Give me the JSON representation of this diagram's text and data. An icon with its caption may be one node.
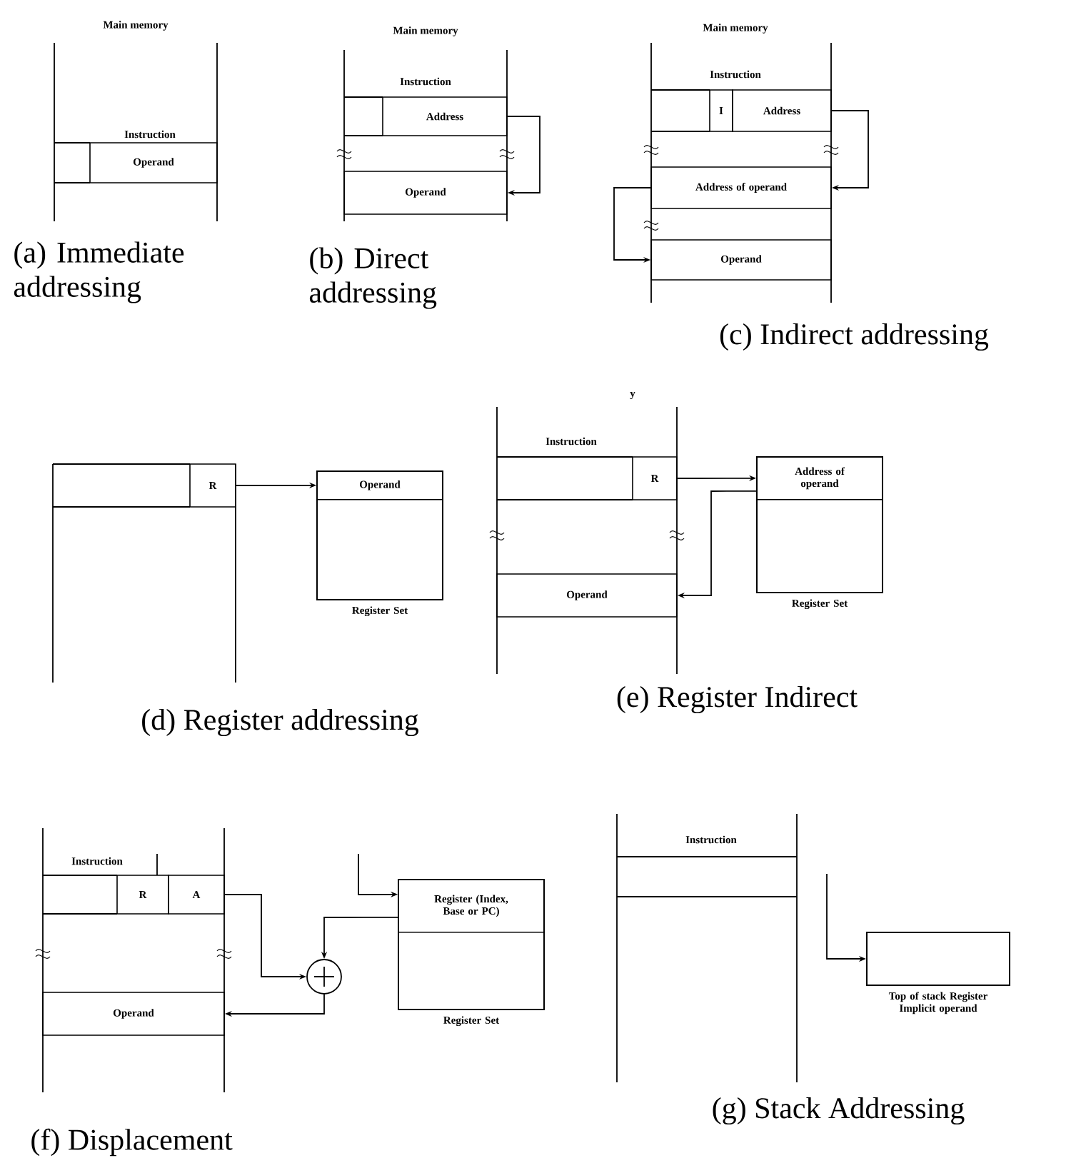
{
  "diagram": {
    "nodes": [
      {
        "text": [
          "Operand"
        ]
      },
      {
        "text": [
          "Address"
        ]
      },
      {
        "text": [
          "Operand"
        ]
      },
      {
        "text": [
          "I"
        ]
      },
      {
        "text": [
          "Address"
        ]
      },
      {
        "text": [
          "Address of operand"
        ]
      },
      {
        "text": [
          "Operand"
        ]
      },
      {
        "text": [
          "R"
        ]
      },
      {
        "text": [
          "Register Set"
        ]
      },
      {
        "text": [
          "Operand"
        ],
        "in": 8
      },
      {
        "text": [
          "R"
        ]
      },
      {
        "text": [
          "Register Set"
        ]
      },
      {
        "text": [
          "Address of operand"
        ],
        "in": 11
      },
      {
        "text": [
          "Operand"
        ]
      },
      {
        "text": [
          "R"
        ]
      },
      {
        "text": [
          "A"
        ]
      },
      {
        "text": [],
        "shape": "circle"
      },
      {
        "text": [
          "Register Set"
        ]
      },
      {
        "text": [
          "Register (Index, Base or PC)"
        ],
        "in": 17
      },
      {
        "text": [
          "Operand"
        ]
      },
      {
        "text": [
          "Top of stack Register Implicit operand"
        ]
      }
    ],
    "edges": [
      {
        "from": 1,
        "to": 2,
        "arrow": "to"
      },
      {
        "from": 4,
        "to": 5,
        "arrow": "to"
      },
      {
        "from": 5,
        "to": 6,
        "arrow": "to"
      },
      {
        "from": 7,
        "to": 9,
        "arrow": "to"
      },
      {
        "from": 10,
        "to": 12,
        "arrow": "to"
      },
      {
        "from": 12,
        "to": 13,
        "arrow": "to"
      },
      {
        "from": 15,
        "to": 16,
        "arrow": "to"
      },
      {
        "from": 18,
        "to": 16,
        "arrow": "to"
      },
      {
        "from": 16,
        "to": 19,
        "arrow": "to"
      },
      {
        "from": null,
        "to": 18,
        "arrow": "to"
      },
      {
        "from": null,
        "to": 20,
        "arrow": "to"
      }
    ],
    "labels": [
      "Main memory",
      "Instruction",
      "(a) Immediate addressing",
      "Main memory",
      "Instruction",
      "(b) Direct addressing",
      "Main memory",
      "Instruction",
      "(c) Indirect addressing",
      "y",
      "(d) Register addressing",
      "Instruction",
      "(e) Register Indirect",
      "Instruction",
      "(f) Displacement",
      "Instruction",
      "(g) Stack Addressing"
    ]
  }
}
